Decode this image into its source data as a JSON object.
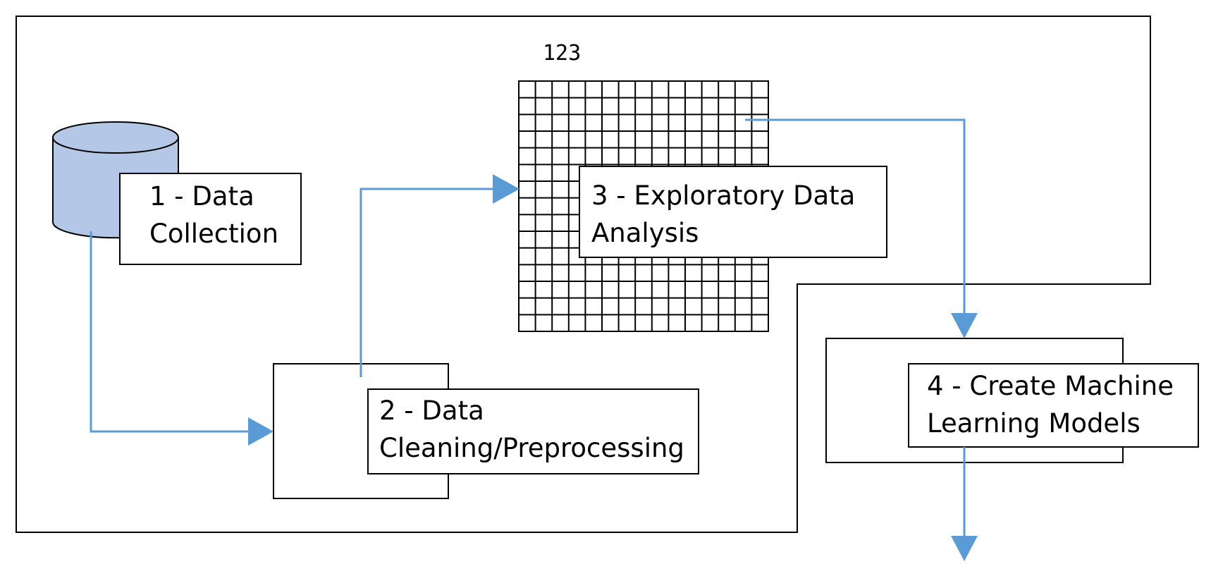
{
  "diagram": {
    "top_label": "123",
    "steps": [
      {
        "line1": "1 - Data",
        "line2": "Collection"
      },
      {
        "line1": "2 - Data",
        "line2": "Cleaning/Preprocessing"
      },
      {
        "line1": "3 - Exploratory Data",
        "line2": "Analysis"
      },
      {
        "line1": "4 - Create Machine",
        "line2": "Learning Models"
      }
    ]
  },
  "colors": {
    "arrow": "#5b9bd5",
    "database": "#b4c7e7",
    "stroke": "#000000"
  }
}
